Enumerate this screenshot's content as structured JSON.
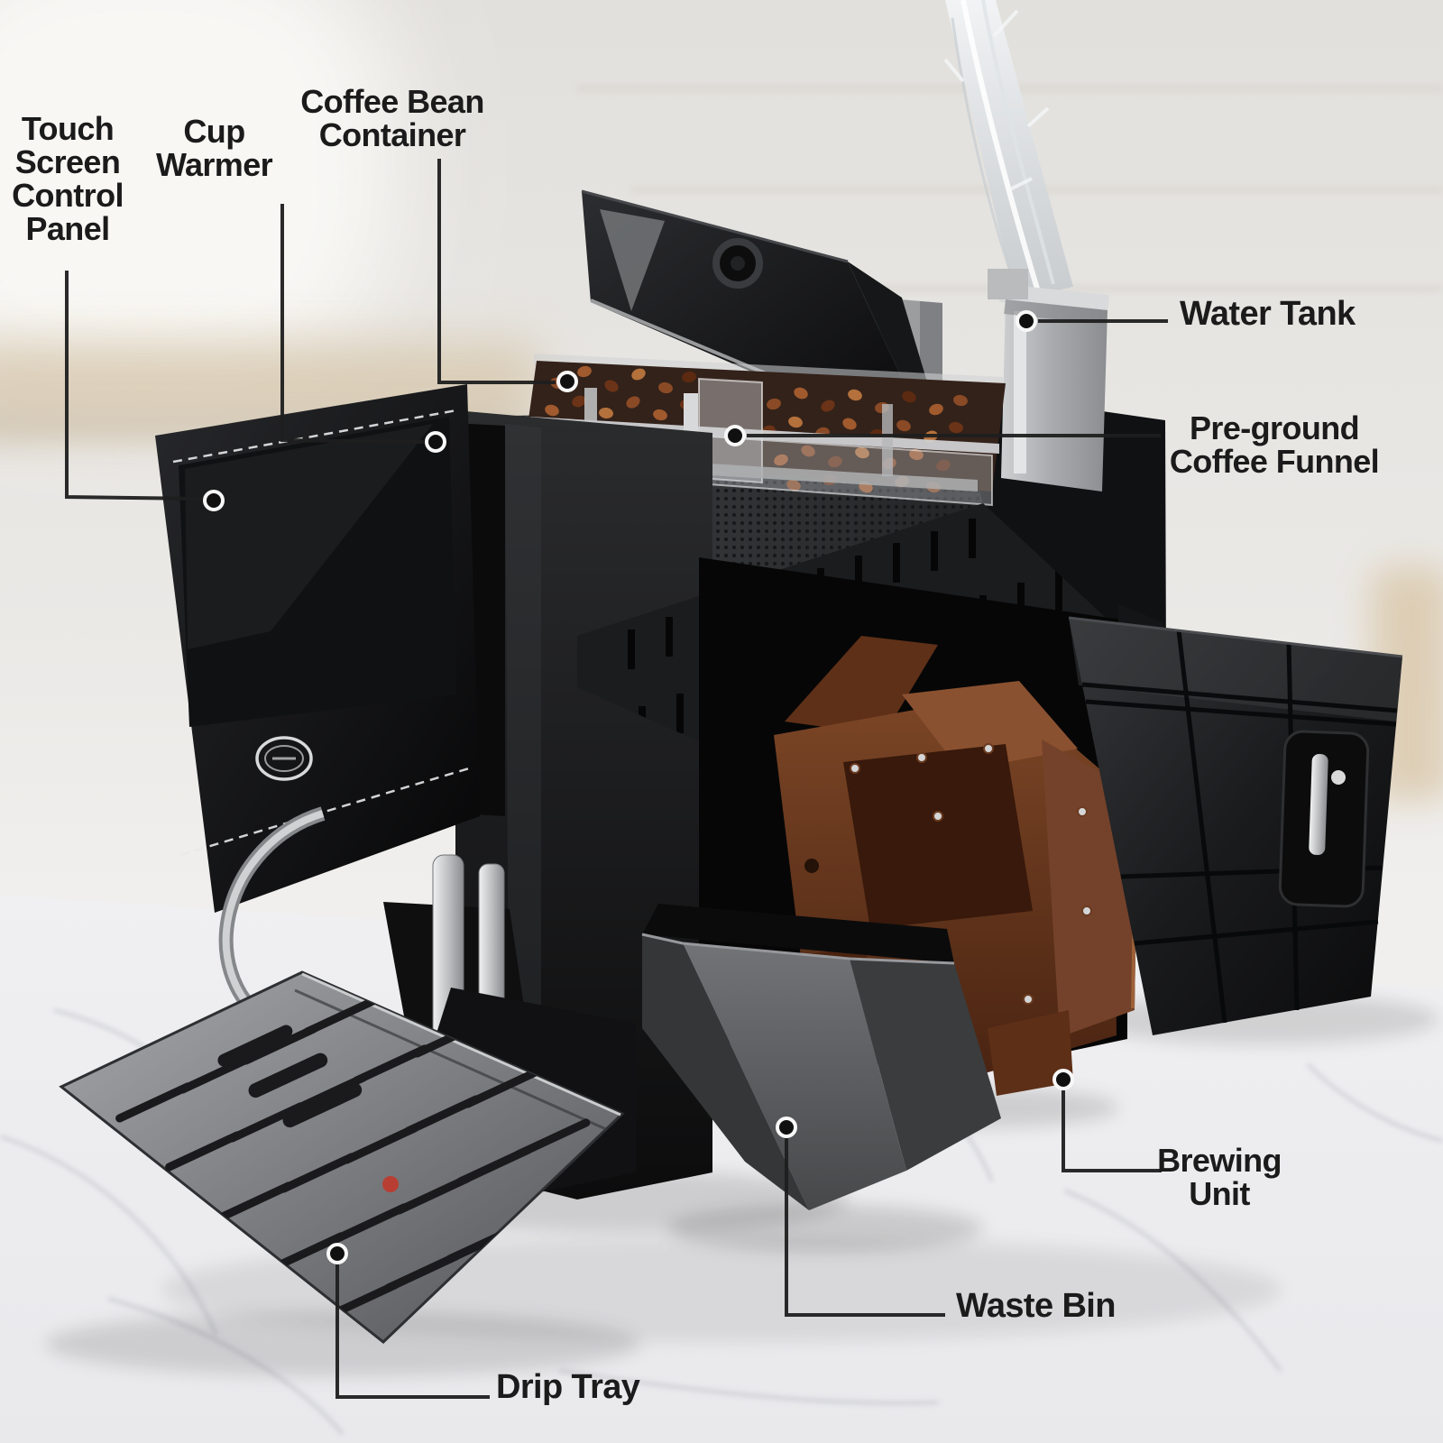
{
  "diagram": {
    "subject": "Automatic espresso coffee machine - labeled parts diagram",
    "labels": {
      "touch": {
        "line1": "Touch",
        "line2": "Screen",
        "line3": "Control",
        "line4": "Panel"
      },
      "cup": {
        "line1": "Cup",
        "line2": "Warmer"
      },
      "bean": {
        "line1": "Coffee Bean",
        "line2": "Container"
      },
      "water": {
        "text": "Water Tank"
      },
      "preground": {
        "line1": "Pre-ground",
        "line2": "Coffee Funnel"
      },
      "brewing": {
        "line1": "Brewing",
        "line2": "Unit"
      },
      "waste": {
        "text": "Waste Bin"
      },
      "drip": {
        "text": "Drip Tray"
      }
    },
    "palette": {
      "label_text": "#1b1b1b",
      "machine_black": "#17181a",
      "brewing_unit_brown": "#6e3c22",
      "coffee_beans_brown": "#8a4a26",
      "waste_bin_grey": "#5a5b5d",
      "drip_tray_grey": "#8f9093",
      "chrome": "#c9cacb",
      "red_indicator": "#c0392b",
      "marble_counter": "#f4f4f6",
      "background": "#eae8e4"
    }
  }
}
